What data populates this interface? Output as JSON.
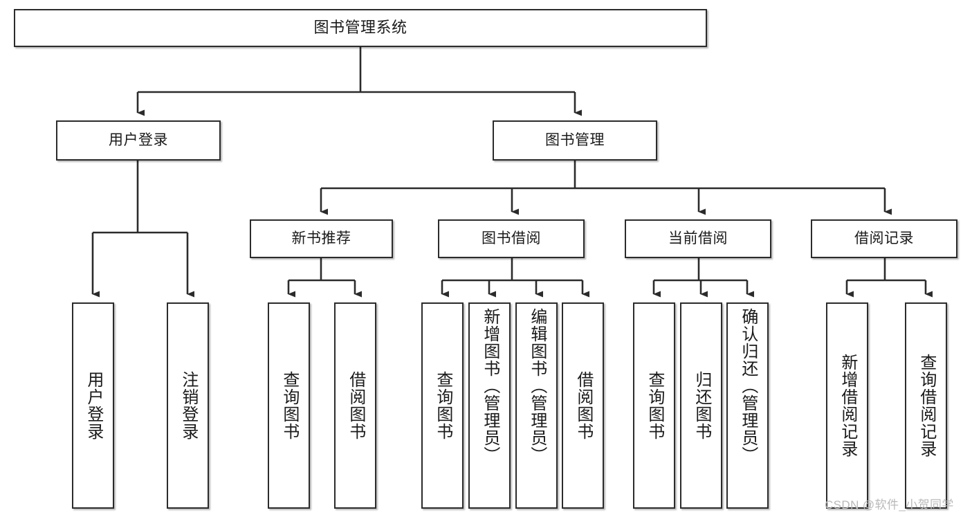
{
  "diagram": {
    "title": "图书管理系统",
    "type": "hierarchy-tree",
    "watermark": "CSDN @软件_小贺同学",
    "colors": {
      "border": "#2b2b2b",
      "fill": "#ffffff",
      "line": "#2b2b2b",
      "text": "#1a1a1a",
      "watermark": "#b9b9b9"
    },
    "nodes": {
      "root": {
        "label": "图书管理系统"
      },
      "level2": [
        {
          "id": "user-login",
          "label": "用户登录"
        },
        {
          "id": "book-manage",
          "label": "图书管理"
        }
      ],
      "level3": [
        {
          "id": "new-book-recommend",
          "label": "新书推荐"
        },
        {
          "id": "book-borrow",
          "label": "图书借阅"
        },
        {
          "id": "current-borrow",
          "label": "当前借阅"
        },
        {
          "id": "borrow-record",
          "label": "借阅记录"
        }
      ],
      "leaves": {
        "user_login": [
          {
            "id": "leaf-user-login",
            "label": "用户登录"
          },
          {
            "id": "leaf-logout",
            "label": "注销登录"
          }
        ],
        "new_book_recommend": [
          {
            "id": "leaf-query-book-1",
            "label": "查询图书"
          },
          {
            "id": "leaf-borrow-book-1",
            "label": "借阅图书"
          }
        ],
        "book_borrow": [
          {
            "id": "leaf-query-book-2",
            "label": "查询图书"
          },
          {
            "id": "leaf-add-book",
            "label": "新增图书（管理员）"
          },
          {
            "id": "leaf-edit-book",
            "label": "编辑图书（管理员）"
          },
          {
            "id": "leaf-borrow-book-2",
            "label": "借阅图书"
          }
        ],
        "current_borrow": [
          {
            "id": "leaf-query-book-3",
            "label": "查询图书"
          },
          {
            "id": "leaf-return-book",
            "label": "归还图书"
          },
          {
            "id": "leaf-confirm-return",
            "label": "确认归还（管理员）"
          }
        ],
        "borrow_record": [
          {
            "id": "leaf-add-record",
            "label": "新增借阅记录"
          },
          {
            "id": "leaf-query-record",
            "label": "查询借阅记录"
          }
        ]
      }
    },
    "edges": [
      {
        "from": "root",
        "to": "user-login"
      },
      {
        "from": "root",
        "to": "book-manage"
      },
      {
        "from": "user-login",
        "to": "leaf-user-login"
      },
      {
        "from": "user-login",
        "to": "leaf-logout"
      },
      {
        "from": "book-manage",
        "to": "new-book-recommend"
      },
      {
        "from": "book-manage",
        "to": "book-borrow"
      },
      {
        "from": "book-manage",
        "to": "current-borrow"
      },
      {
        "from": "book-manage",
        "to": "borrow-record"
      },
      {
        "from": "new-book-recommend",
        "to": "leaf-query-book-1"
      },
      {
        "from": "new-book-recommend",
        "to": "leaf-borrow-book-1"
      },
      {
        "from": "book-borrow",
        "to": "leaf-query-book-2"
      },
      {
        "from": "book-borrow",
        "to": "leaf-add-book"
      },
      {
        "from": "book-borrow",
        "to": "leaf-edit-book"
      },
      {
        "from": "book-borrow",
        "to": "leaf-borrow-book-2"
      },
      {
        "from": "current-borrow",
        "to": "leaf-query-book-3"
      },
      {
        "from": "current-borrow",
        "to": "leaf-return-book"
      },
      {
        "from": "current-borrow",
        "to": "leaf-confirm-return"
      },
      {
        "from": "borrow-record",
        "to": "leaf-add-record"
      },
      {
        "from": "borrow-record",
        "to": "leaf-query-record"
      }
    ]
  }
}
